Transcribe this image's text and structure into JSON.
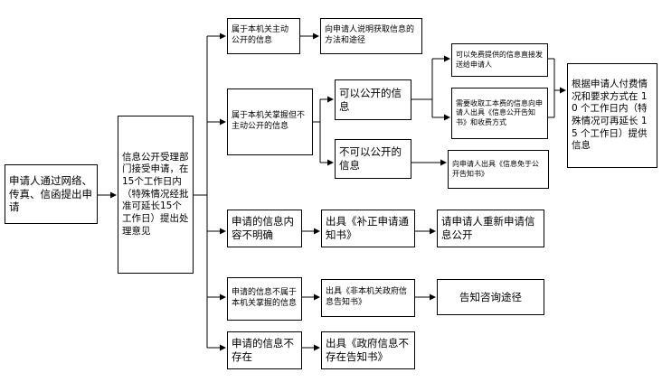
{
  "nodes": {
    "n_apply": "申请人通过网络、传真、信函提出申请",
    "n_dept": "信息公开受理部门接受申请，在15个工作日内（特殊情况经批准可延长15个工作日）提出处理意见",
    "n_b1": "属于本机关主动公开的信息",
    "n_b1a": "向申请人说明获取信息的方法和途径",
    "n_b2": "属于本机关掌握但不主动公开的信息",
    "n_can": "可以公开的信息",
    "n_cannot": "不可以公开的信息",
    "n_free": "可以免费提供的信息直接发送给申请人",
    "n_fee": "需要收取工本费的信息向申请人出具《信息公开告知书》和收费方式",
    "n_notpub": "向申请人出具《信息免于公开告知书》",
    "n_final": "根据申请人付费情况和要求方式在 10 个工作日内（特殊情况可再延长 15 个工作日）提供信息",
    "n_b3": "申请的信息内容不明确",
    "n_b3a": "出具《补正申请通知书》",
    "n_b3b": "请申请人重新申请信息公开",
    "n_b4": "申请的信息不属于本机关掌握的信息",
    "n_b4a": "出具《非本机关政府信息告知书》",
    "n_b4b": "告知咨询途径",
    "n_b5": "申请的信息不存在",
    "n_b5a": "出具《政府信息不存在告知书》"
  }
}
